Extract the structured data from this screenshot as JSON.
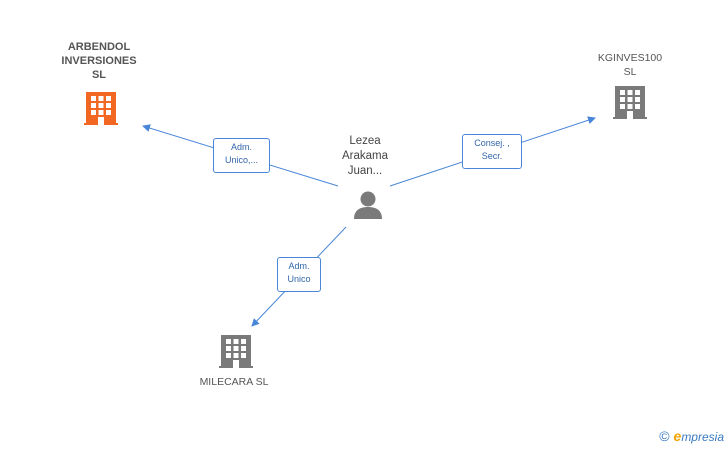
{
  "nodes": {
    "arbendol": {
      "lines": [
        "ARBENDOL",
        "INVERSIONES",
        "SL"
      ],
      "icon": "building-icon",
      "color": "#f26722"
    },
    "kginves": {
      "lines": [
        "KGINVES100",
        "SL"
      ],
      "icon": "building-icon",
      "color": "#7a7a7a"
    },
    "milecara": {
      "lines": [
        "MILECARA SL"
      ],
      "icon": "building-icon",
      "color": "#7a7a7a"
    },
    "person": {
      "lines": [
        "Lezea",
        "Arakama",
        "Juan..."
      ],
      "icon": "person-icon",
      "color": "#7a7a7a"
    }
  },
  "edges": {
    "to_arbendol": {
      "lines": [
        "Adm.",
        "Unico,..."
      ]
    },
    "to_kginves": {
      "lines": [
        "Consej. ,",
        "Secr."
      ]
    },
    "to_milecara": {
      "lines": [
        "Adm.",
        "Unico"
      ]
    }
  },
  "edge_color": "#4a86d8",
  "brand": {
    "copyright": "©",
    "initial": "e",
    "name": "mpresia"
  }
}
